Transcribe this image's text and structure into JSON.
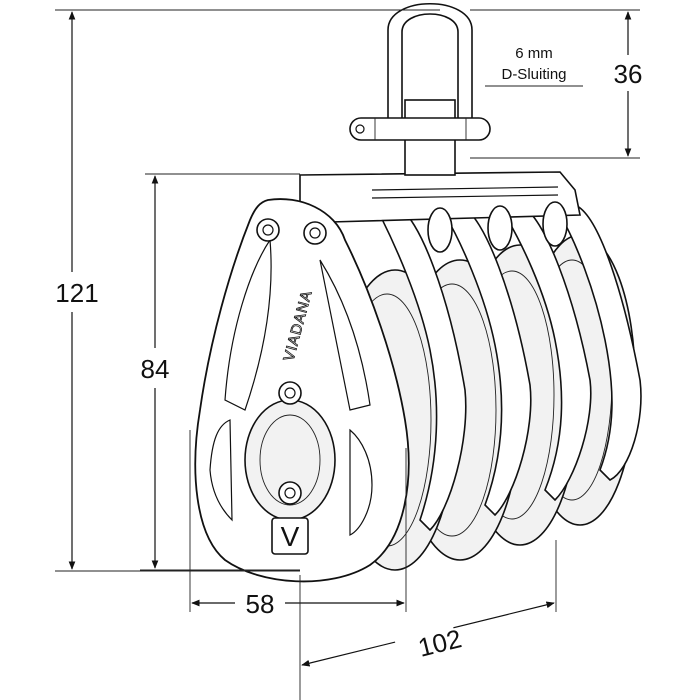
{
  "dimensions": {
    "total_height": "121",
    "sheave_height": "84",
    "shackle_height": "36",
    "width": "58",
    "depth": "102"
  },
  "shackle": {
    "size": "6 mm",
    "type": "D-Sluiting"
  },
  "product": {
    "brand": "VIADANA",
    "logo_letter": "V"
  }
}
